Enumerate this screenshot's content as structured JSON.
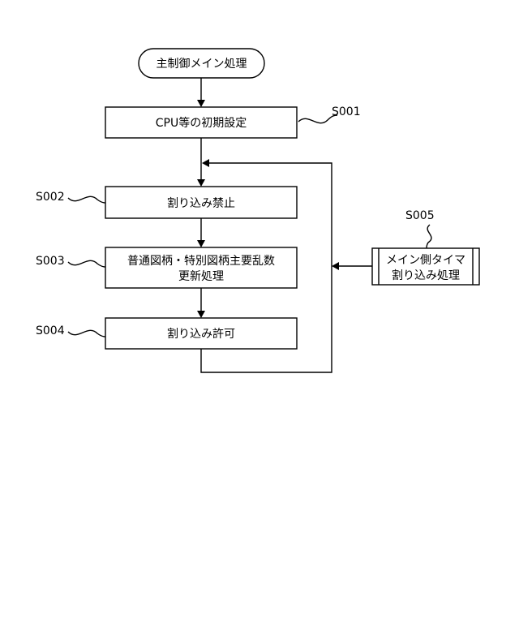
{
  "start": {
    "label": "主制御メイン処理"
  },
  "steps": [
    {
      "id": "S001",
      "lines": [
        "CPU等の初期設定"
      ]
    },
    {
      "id": "S002",
      "lines": [
        "割り込み禁止"
      ]
    },
    {
      "id": "S003",
      "lines": [
        "普通図柄・特別図柄主要乱数",
        "更新処理"
      ]
    },
    {
      "id": "S004",
      "lines": [
        "割り込み許可"
      ]
    }
  ],
  "interrupt": {
    "id": "S005",
    "lines": [
      "メイン側タイマ",
      "割り込み処理"
    ]
  }
}
